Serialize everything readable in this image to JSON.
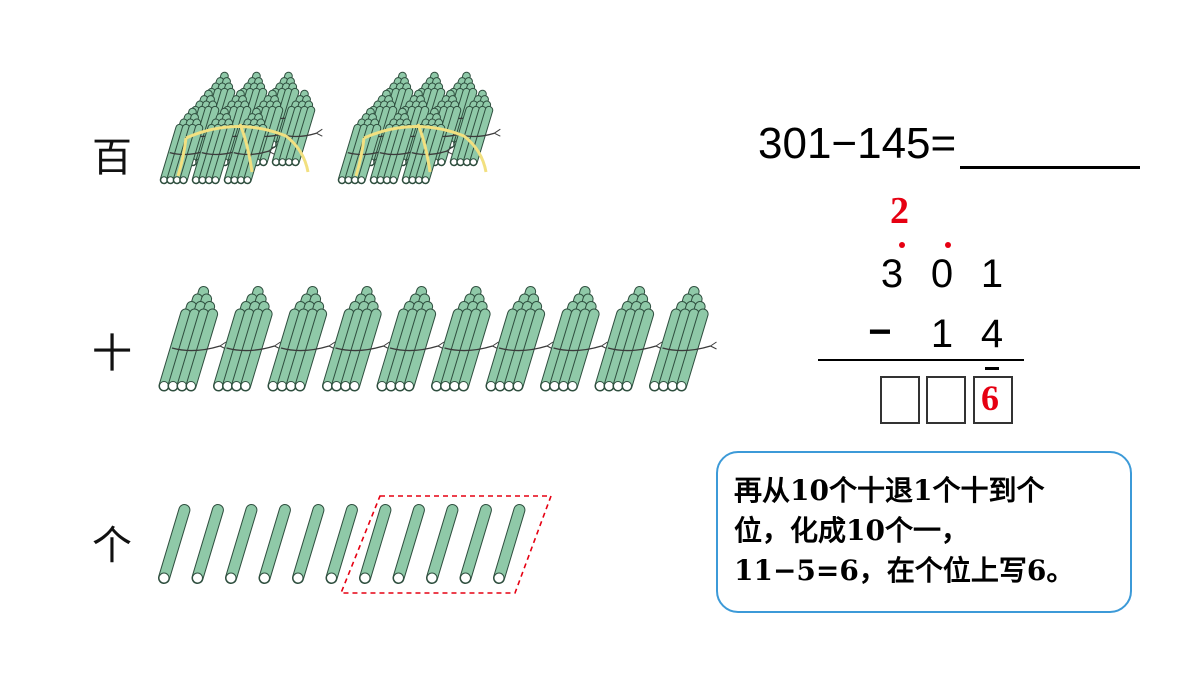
{
  "place_labels": {
    "hundreds": "百",
    "tens": "十",
    "ones": "个"
  },
  "equation": "301−145=",
  "vertical": {
    "borrow_digit": "2",
    "top": [
      "3",
      "0",
      "1"
    ],
    "operator": "−",
    "bottom": [
      "1",
      "4"
    ],
    "result_ones": "6"
  },
  "counts": {
    "hundred_bundles": 2,
    "ten_bundles": 10,
    "single_sticks": 11,
    "highlighted_sticks": 5
  },
  "callout": {
    "line1": "再从10个十退1个十到个",
    "line2": "位，化成10个一，",
    "line3": "11−5=6，在个位上写6。"
  },
  "colors": {
    "stick_fill": "#8fc9a8",
    "stick_stroke": "#2f4f3f",
    "tie": "#f2e080",
    "accent_red": "#e60012",
    "callout_border": "#3c9ad8"
  }
}
